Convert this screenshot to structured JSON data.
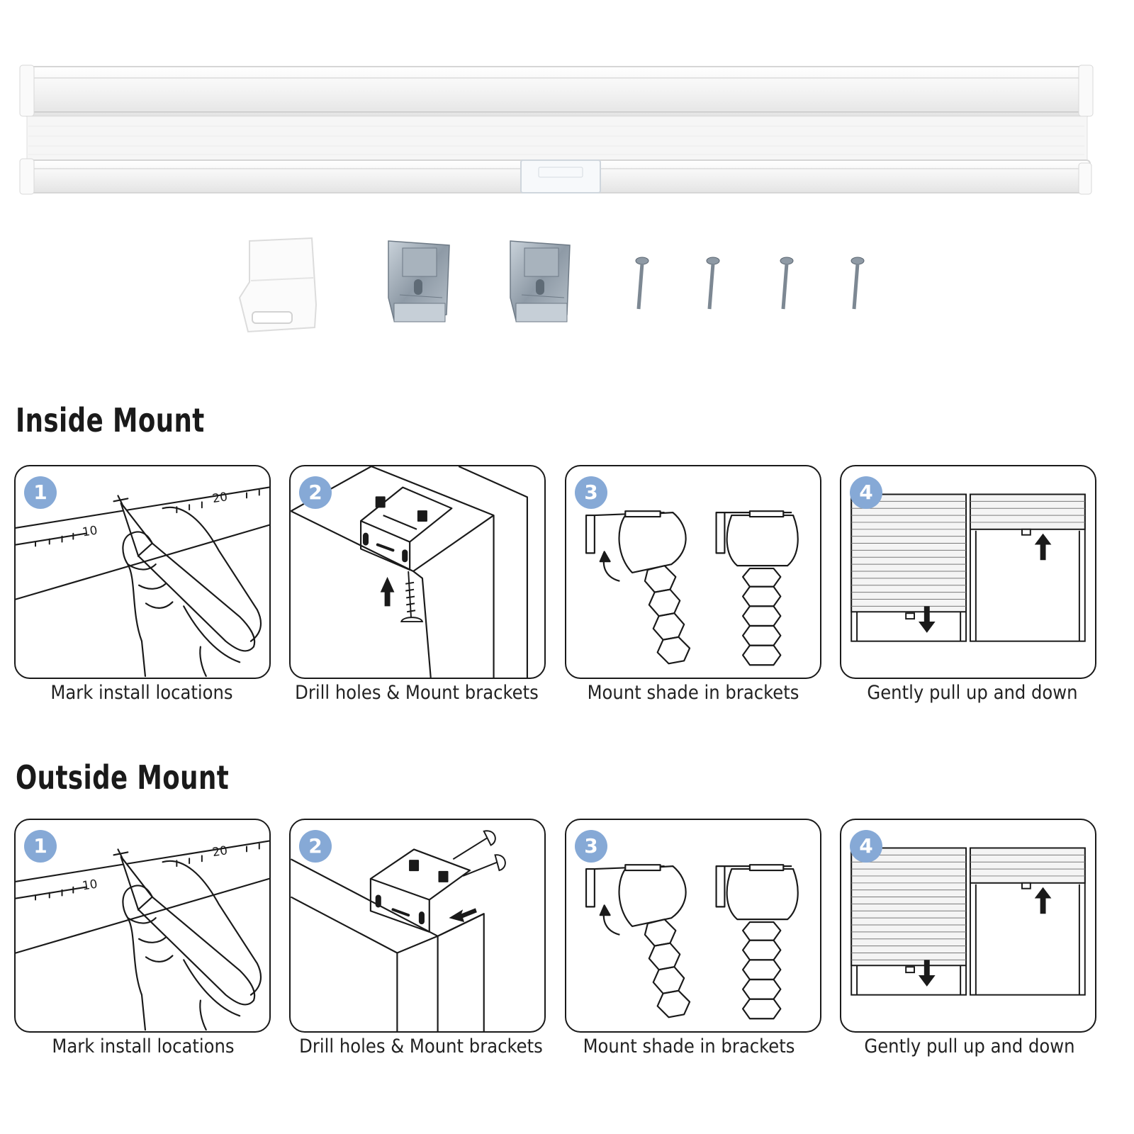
{
  "sections": [
    {
      "title": "Inside Mount",
      "steps": [
        {
          "number": "1",
          "caption": "Mark install locations"
        },
        {
          "number": "2",
          "caption": "Drill holes & Mount brackets"
        },
        {
          "number": "3",
          "caption": "Mount shade in brackets"
        },
        {
          "number": "4",
          "caption": "Gently pull up and down"
        }
      ]
    },
    {
      "title": "Outside Mount",
      "steps": [
        {
          "number": "1",
          "caption": "Mark install locations"
        },
        {
          "number": "2",
          "caption": "Drill holes & Mount brackets"
        },
        {
          "number": "3",
          "caption": "Mount shade in brackets"
        },
        {
          "number": "4",
          "caption": "Gently pull up and down"
        }
      ]
    }
  ],
  "ruler": {
    "mark_10": "10",
    "mark_20": "20"
  },
  "colors": {
    "badge": "#86a9d6",
    "line": "#1a1a1a",
    "metal": "#9aa6b2"
  },
  "icons": [
    "shade-headrail",
    "clear-valance-clip",
    "metal-bracket",
    "screw",
    "pencil-hand",
    "arrow-up",
    "arrow-down",
    "honeycomb-shade"
  ]
}
